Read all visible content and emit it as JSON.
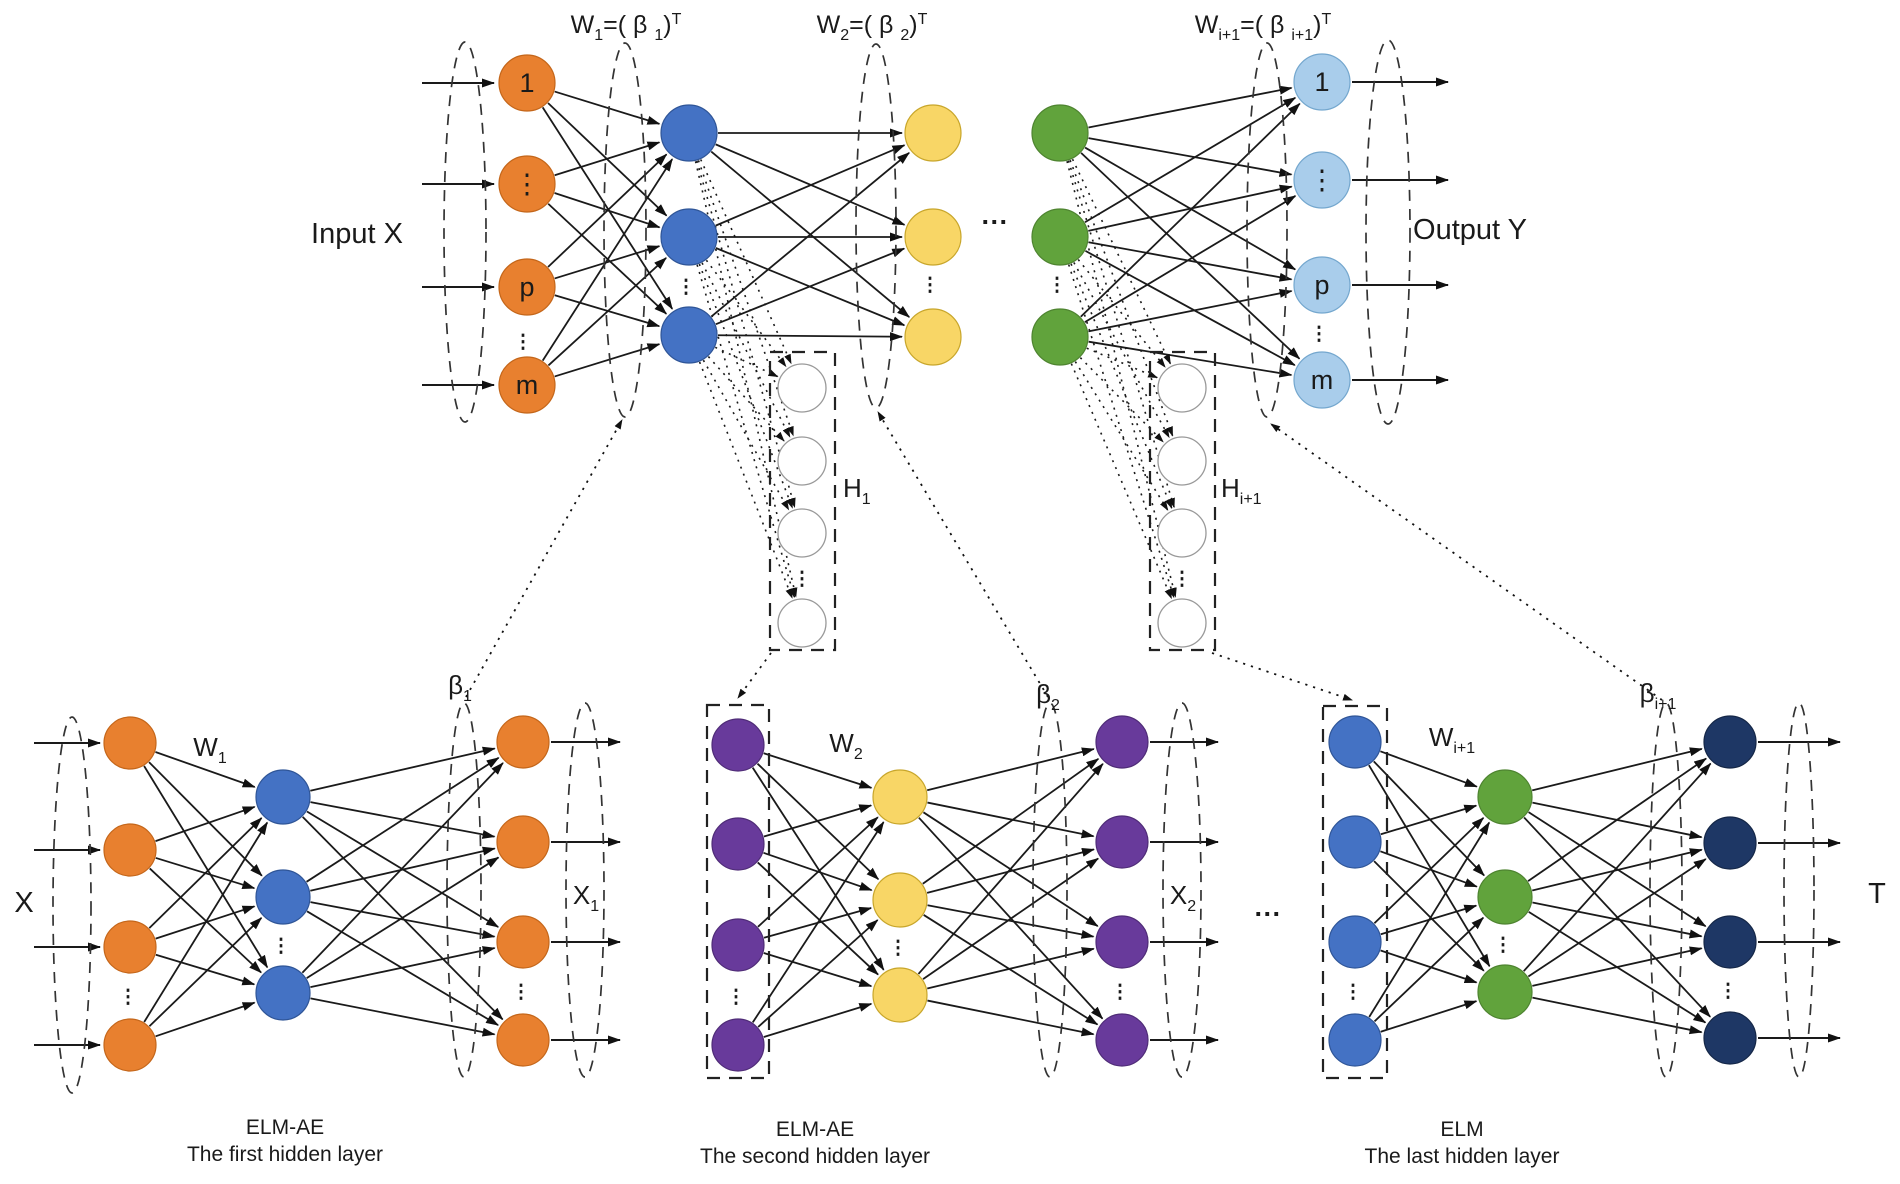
{
  "colors": {
    "node_orange": "#E8802F",
    "node_orange_stroke": "#C4661A",
    "node_blue": "#4472C4",
    "node_blue_stroke": "#2F5597",
    "node_yellow": "#F8D666",
    "node_yellow_stroke": "#C8A62B",
    "node_green": "#61A33C",
    "node_green_stroke": "#4E8430",
    "node_lightblue": "#A9CDEB",
    "node_lightblue_stroke": "#74A7CE",
    "node_purple": "#683A9B",
    "node_purple_stroke": "#4F2C77",
    "node_navy": "#1E3765",
    "node_navy_stroke": "#152747",
    "node_white": "#FFFFFF",
    "node_white_stroke": "#999999",
    "line": "#1A1A1A"
  },
  "glyphs": {
    "vdots": "⋮"
  },
  "top": {
    "input_label": "Input X",
    "output_label": "Output Y",
    "input_nodes": [
      "1",
      "⋮",
      "p",
      "m"
    ],
    "output_nodes": [
      "1",
      "⋮",
      "p",
      "m"
    ],
    "ellipsis": "···",
    "w1": {
      "a": "W",
      "a_sub": "1",
      "b": "=( β ",
      "b_sub": "1",
      "c": ")",
      "sup": "T"
    },
    "w2": {
      "a": "W",
      "a_sub": "2",
      "b": "=( β ",
      "b_sub": "2",
      "c": ")",
      "sup": "T"
    },
    "wi1": {
      "a": "W",
      "a_sub": "i+1",
      "b": "=( β ",
      "b_sub": "i+1",
      "c": ")",
      "sup": "T"
    },
    "h1": {
      "a": "H",
      "sub": "1"
    },
    "hi1": {
      "a": "H",
      "sub": "i+1"
    }
  },
  "bottom_left": {
    "input_label": "X",
    "w": {
      "a": "W",
      "sub": "1"
    },
    "beta": {
      "a": "β",
      "sub": "1"
    },
    "output_label": {
      "a": "X",
      "sub": "1"
    },
    "caption_line1": "ELM-AE",
    "caption_line2": "The first hidden layer"
  },
  "bottom_middle": {
    "w": {
      "a": "W",
      "sub": "2"
    },
    "beta": {
      "a": "β",
      "sub": "2"
    },
    "output_label": {
      "a": "X",
      "sub": "2"
    },
    "ellipsis": "···",
    "caption_line1": "ELM-AE",
    "caption_line2": "The second hidden layer"
  },
  "bottom_right": {
    "w": {
      "a": "W",
      "sub": "i+1"
    },
    "beta": {
      "a": "β",
      "sub": "i+1"
    },
    "output_label": "T",
    "caption_line1": "ELM",
    "caption_line2": "The last hidden layer"
  }
}
